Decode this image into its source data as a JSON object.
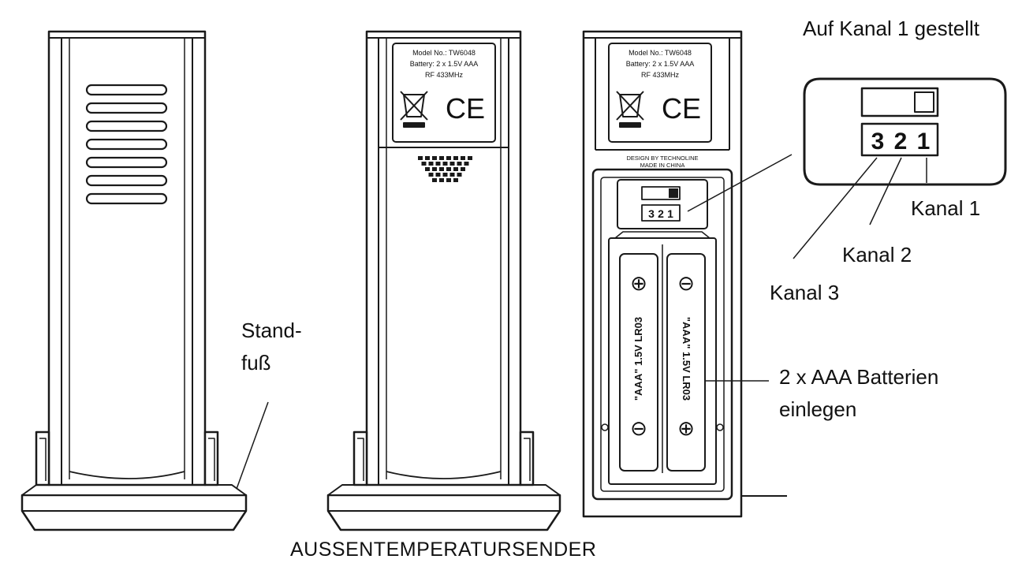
{
  "title_channel_set": "Auf Kanal 1 gestellt",
  "label_stand": [
    "Stand-",
    "fuß"
  ],
  "label_channel_1": "Kanal 1",
  "label_channel_2": "Kanal 2",
  "label_channel_3": "Kanal 3",
  "label_batteries": [
    "2 x AAA Batterien",
    "einlegen"
  ],
  "caption": "AUSSENTEMPERATURSENDER",
  "switch_digits": [
    "3",
    "2",
    "1"
  ],
  "sticker": {
    "model": "Model No.: TW6048",
    "battery": "Battery: 2 x 1.5V AAA",
    "rf": "RF 433MHz",
    "ce": "CE"
  },
  "compartment_text": [
    "DESIGN BY TECHNOLINE",
    "MADE IN CHINA"
  ],
  "battery_cell_text": "\"AAA\" 1.5V LR03",
  "polarity": {
    "plus": "⊕",
    "minus": "⊖"
  },
  "colors": {
    "line": "#1a1a1a",
    "fill": "#ffffff",
    "shade": "#dcdcdc"
  }
}
